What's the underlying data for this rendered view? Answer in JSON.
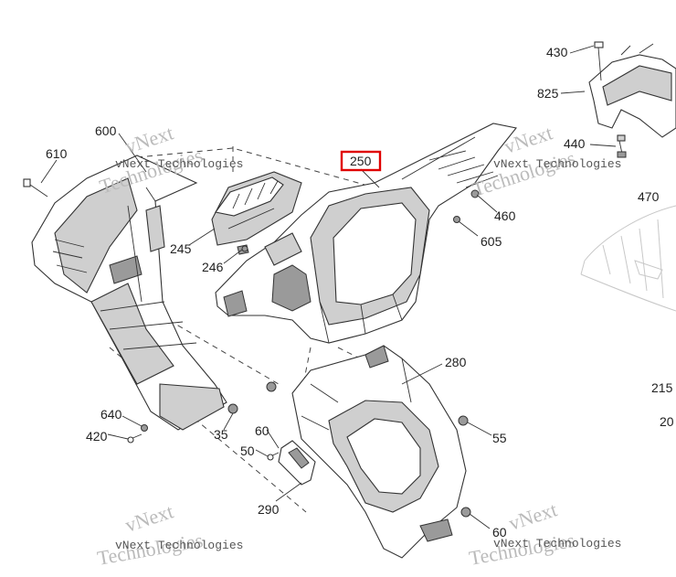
{
  "diagram": {
    "highlight_color": "#e00000",
    "callouts": {
      "c600": "600",
      "c610": "610",
      "c430": "430",
      "c825": "825",
      "c440": "440",
      "c250": "250",
      "c460": "460",
      "c605": "605",
      "c470": "470",
      "c245": "245",
      "c246": "246",
      "c280": "280",
      "c215": "215",
      "c20": "20",
      "c640": "640",
      "c420": "420",
      "c35": "35",
      "c60a": "60",
      "c50": "50",
      "c55": "55",
      "c290": "290",
      "c60b": "60"
    },
    "watermark": {
      "brand_top": "vNext",
      "brand_bottom": "Technologies",
      "full": "vNext Technologies"
    }
  }
}
